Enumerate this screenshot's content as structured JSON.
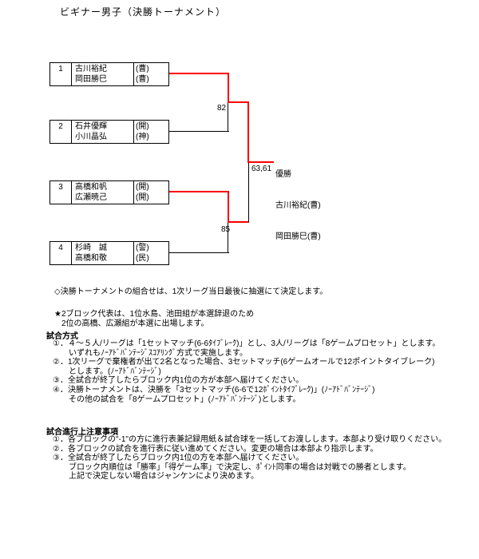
{
  "title": "ビギナー男子（決勝トーナメント）",
  "bracket": {
    "teams": [
      {
        "seed": "1",
        "players": [
          {
            "name": "古川裕紀",
            "club": "(曹)"
          },
          {
            "name": "岡田勝巳",
            "club": "(曹)"
          }
        ]
      },
      {
        "seed": "2",
        "players": [
          {
            "name": "石井優輝",
            "club": "(開)"
          },
          {
            "name": "小川晶弘",
            "club": "(神)"
          }
        ]
      },
      {
        "seed": "3",
        "players": [
          {
            "name": "高橋和帆",
            "club": "(開)"
          },
          {
            "name": "広瀬暁己",
            "club": "(開)"
          }
        ]
      },
      {
        "seed": "4",
        "players": [
          {
            "name": "杉崎　誠",
            "club": "(警)"
          },
          {
            "name": "高橋和敬",
            "club": "(民)"
          }
        ]
      }
    ],
    "scores": {
      "semifinal_top": "82",
      "semifinal_bottom": "85",
      "final": "63,61"
    },
    "winner": {
      "label": "優勝",
      "player1": "古川裕紀(曹)",
      "player2": "岡田勝巳(曹)"
    },
    "line_colors": {
      "winner_path": "#ff0000",
      "normal": "#000000"
    }
  },
  "notes": {
    "draw": "◇決勝トーナメントの組合せは、1次リーグ当日最後に抽選にて決定します。",
    "substitute1": "★2ブロック代表は、1位水島、池田組が本選辞退のため",
    "substitute2": "2位の高橋、広瀬組が本選に出場します。"
  },
  "match_format": {
    "heading": "試合方式",
    "lines": [
      "①．４～５人/リーグは「1セットマッチ(6-6ﾀｲﾌﾞﾚｰｸ)」とし、3人/リーグは「8ゲームプロセット」とします。",
      "　　いずれもﾉｰｱﾄﾞﾊﾞﾝﾃｰｼﾞｽｺｱﾘﾝｸﾞ方式で実施します。",
      "②．1次リーグで棄権者が出て2名となった場合、3セットマッチ(6ゲームオールで12ポイントタイブレーク)",
      "　　とします。(ﾉｰｱﾄﾞﾊﾞﾝﾃｰｼﾞ)",
      "③．全試合が終了したらブロック内1位の方が本部へ届けてください。",
      "④．決勝トーナメントは、決勝を「3セットマッチ(6-6で12ﾎﾟｲﾝﾄﾀｲﾌﾞﾚｰｸ)」(ﾉｰｱﾄﾞﾊﾞﾝﾃｰｼﾞ)",
      "　　その他の試合を「8ゲームプロセット」(ﾉｰｱﾄﾞﾊﾞﾝﾃｰｼﾞ)とします。"
    ]
  },
  "precautions": {
    "heading": "試合進行上注意事項",
    "lines": [
      "①．各ブロックの\"-1\"の方に進行表兼記録用紙＆試合球を一括してお渡しします。本部より受け取りください。",
      "②．各ブロックの試合を進行表に従い進めてください。変更の場合は本部より指示します。",
      "③．全試合が終了したらブロック内1位の方を本部へ届けてください。",
      "　　ブロック内順位は「勝率」「得ゲーム率」で決定し、ﾎﾟｲﾝﾄ同率の場合は対戦での勝者とします。",
      "　　上記で決定しない場合はジャンケンにより決めます。"
    ]
  }
}
